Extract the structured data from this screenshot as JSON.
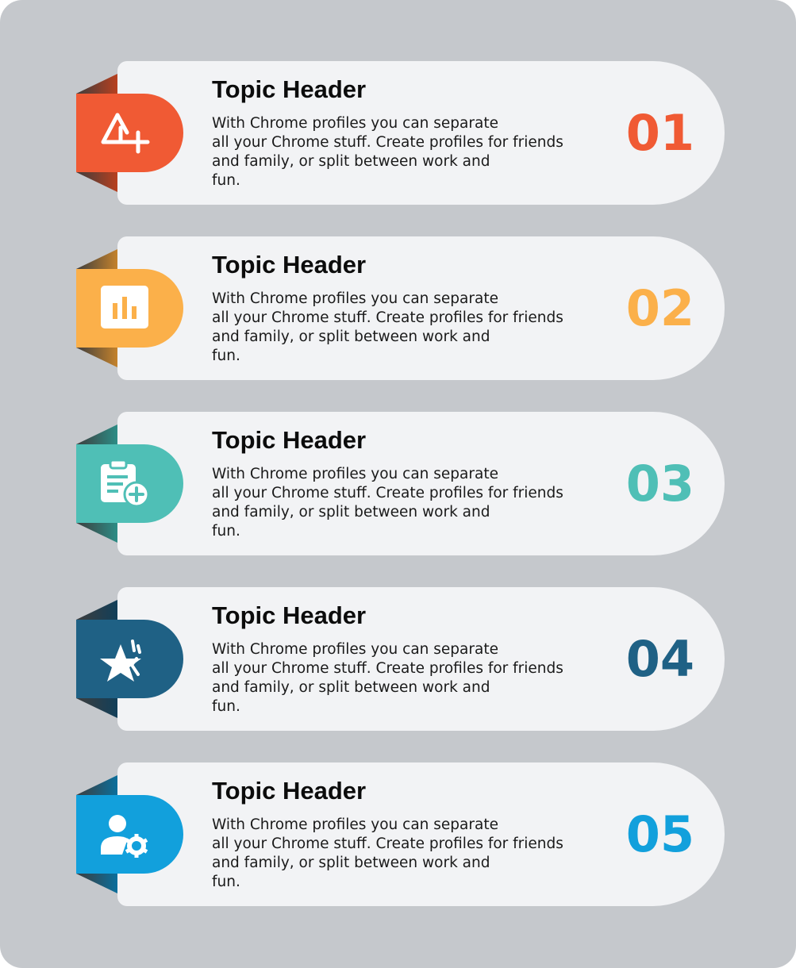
{
  "items": [
    {
      "title": "Topic Header",
      "body_lines": [
        "With Chrome profiles you can separate",
        "all your Chrome stuff. Create profiles for friends",
        "and family, or split between work and",
        "fun."
      ],
      "number": "01",
      "icon": "shape-plus-icon",
      "color": "#f05a34",
      "fold_color": "#b8401f"
    },
    {
      "title": "Topic Header",
      "body_lines": [
        "With Chrome profiles you can separate",
        "all your Chrome stuff. Create profiles for friends",
        "and family, or split between work and",
        "fun."
      ],
      "number": "02",
      "icon": "bar-chart-icon",
      "color": "#fbb04a",
      "fold_color": "#c4822c"
    },
    {
      "title": "Topic Header",
      "body_lines": [
        "With Chrome profiles you can separate",
        "all your Chrome stuff. Create profiles for friends",
        "and family, or split between work and",
        "fun."
      ],
      "number": "03",
      "icon": "clipboard-add-icon",
      "color": "#4fbfb6",
      "fold_color": "#2d8d86"
    },
    {
      "title": "Topic Header",
      "body_lines": [
        "With Chrome profiles you can separate",
        "all your Chrome stuff. Create profiles for friends",
        "and family, or split between work and",
        "fun."
      ],
      "number": "04",
      "icon": "star-sparkle-icon",
      "color": "#1f6185",
      "fold_color": "#123f59"
    },
    {
      "title": "Topic Header",
      "body_lines": [
        "With Chrome profiles you can separate",
        "all your Chrome stuff. Create profiles for friends",
        "and family, or split between work and",
        "fun."
      ],
      "number": "05",
      "icon": "user-settings-icon",
      "color": "#12a0dc",
      "fold_color": "#0b6f9c"
    }
  ]
}
